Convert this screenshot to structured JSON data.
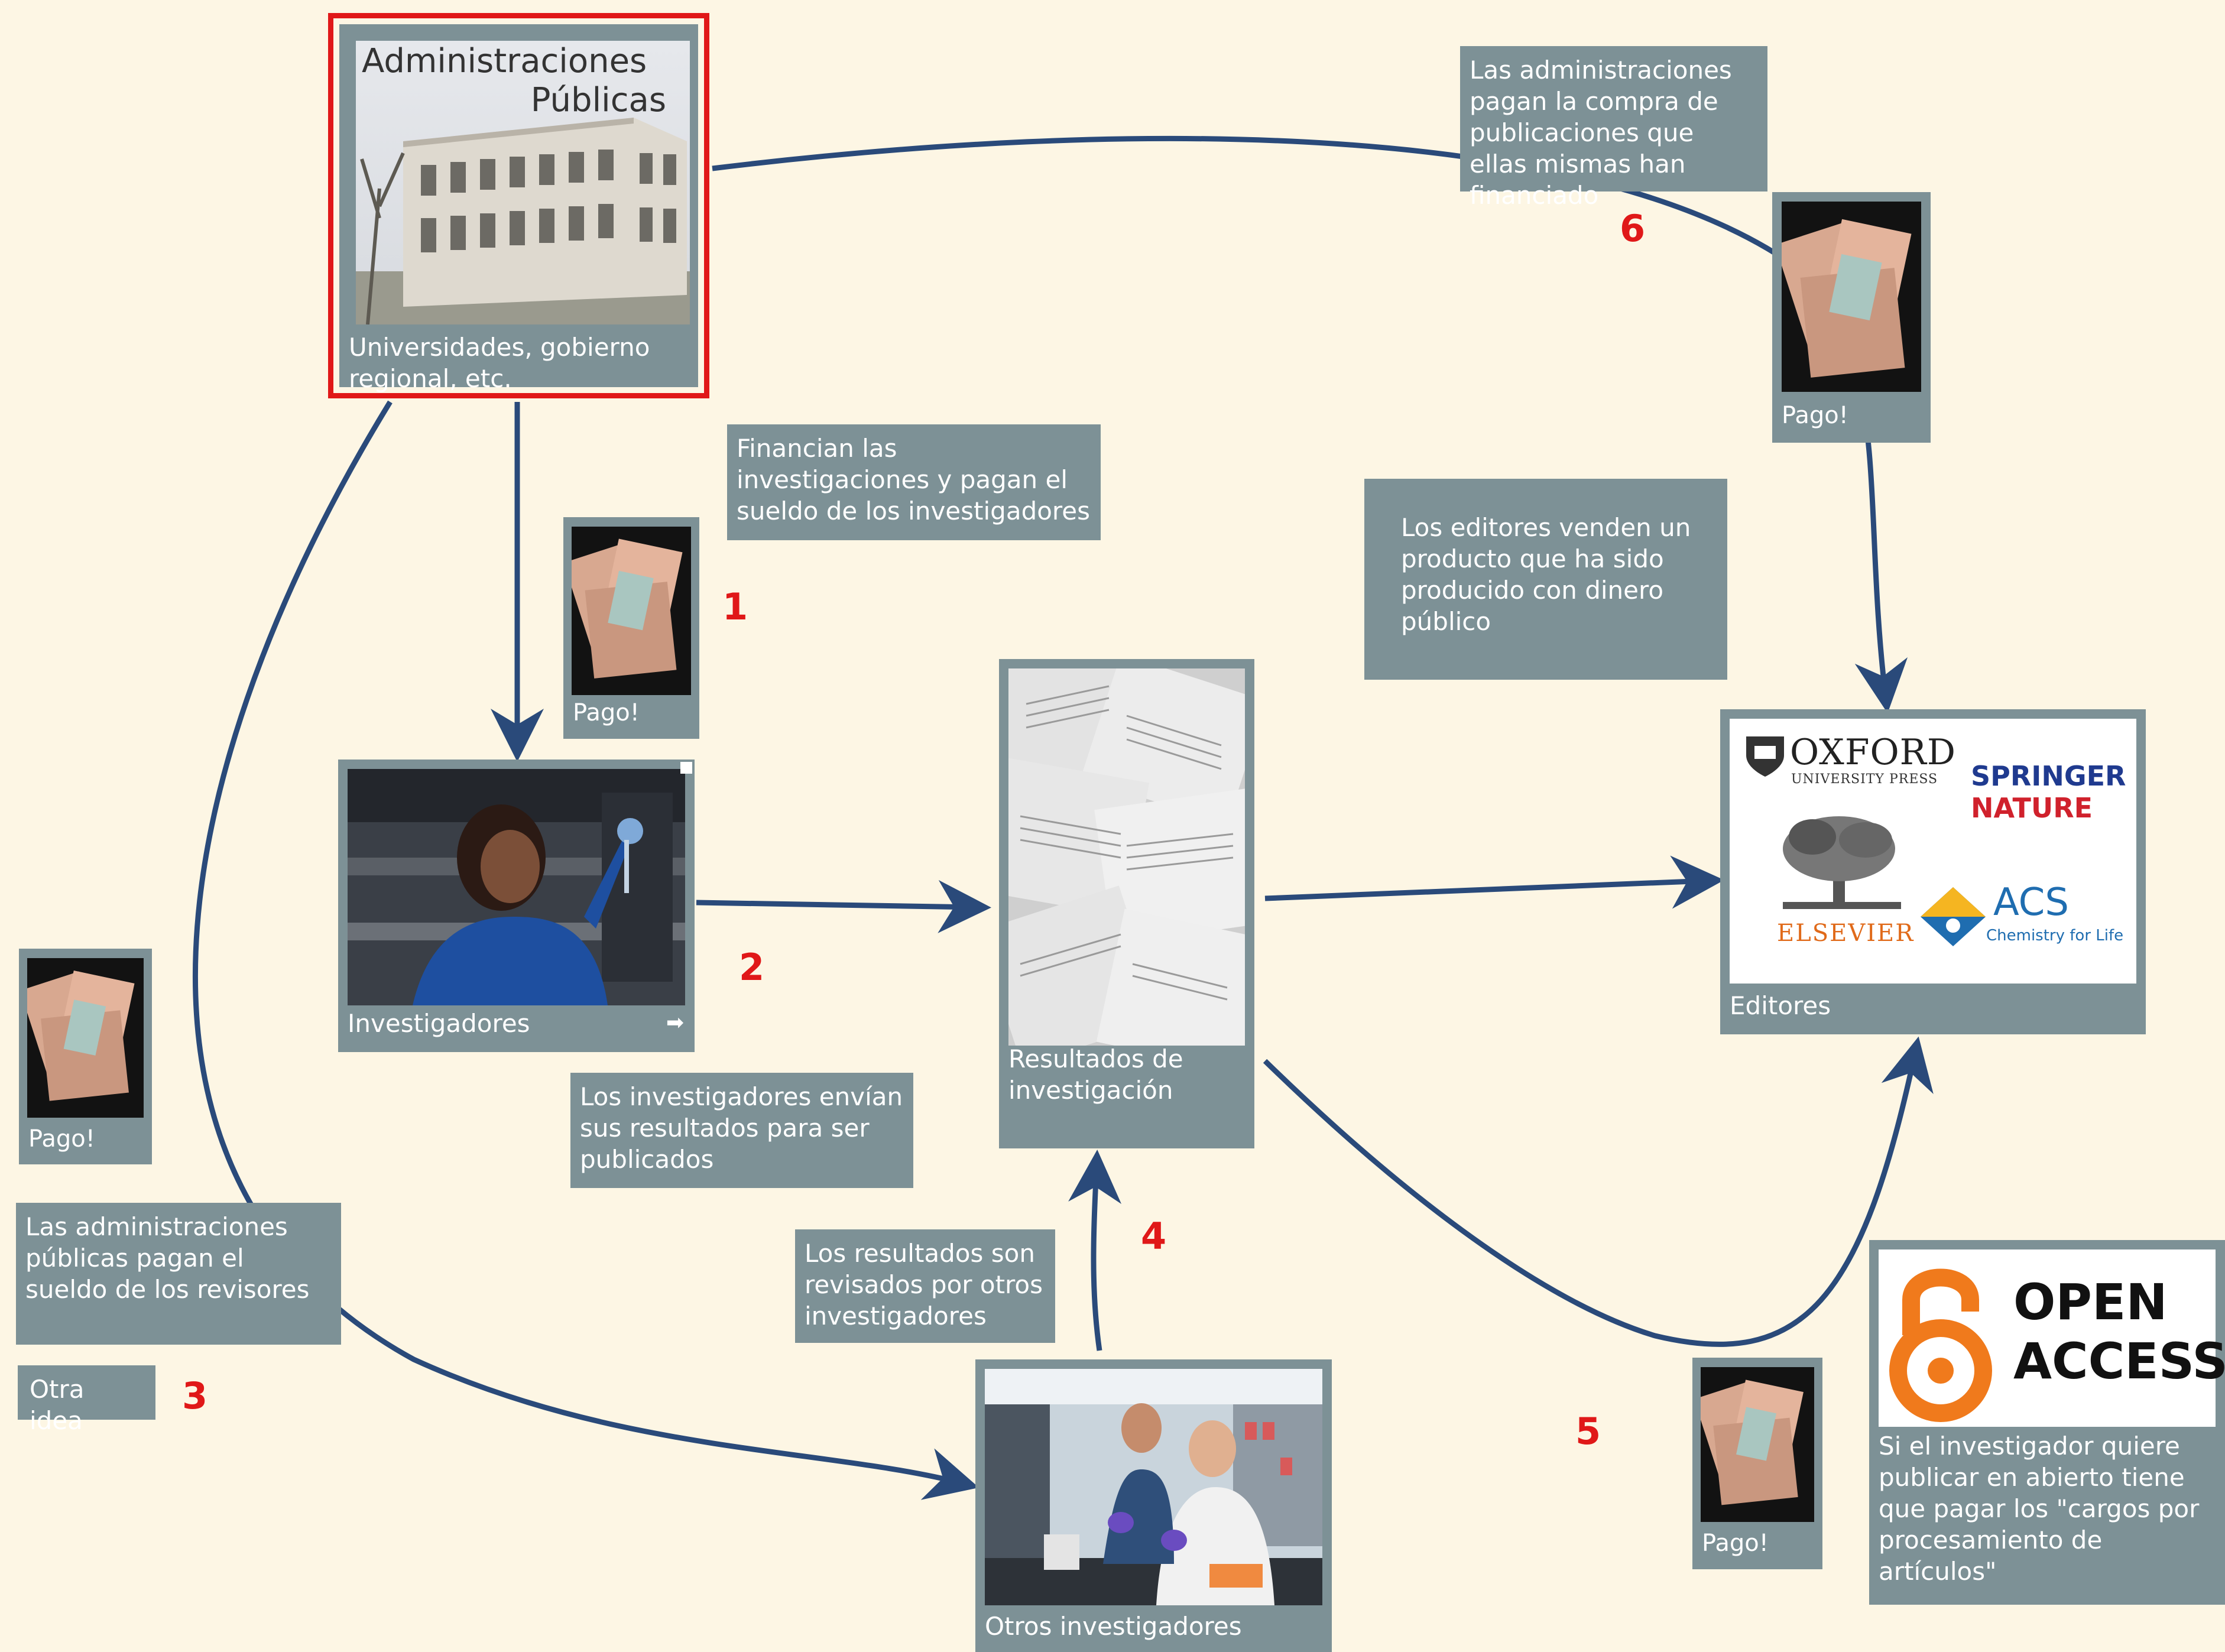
{
  "nodes": {
    "admin": {
      "title_line1": "Administraciones",
      "title_line2": "Públicas",
      "caption": "Universidades, gobierno regional, etc."
    },
    "investigadores": {
      "caption": "Investigadores"
    },
    "resultados": {
      "caption": "Resultados de investigación"
    },
    "editores": {
      "caption": "Editores"
    },
    "otros": {
      "caption": "Otros investigadores"
    },
    "open_access": {
      "logo_line1": "OPEN",
      "logo_line2": "ACCESS",
      "caption": "Si el investigador quiere publicar en abierto tiene que pagar los \"cargos por procesamiento de artículos\""
    }
  },
  "publishers": {
    "oxford_main": "OXFORD",
    "oxford_sub": "UNIVERSITY PRESS",
    "springer_1": "SPRINGER",
    "springer_2": "NATURE",
    "elsevier": "ELSEVIER",
    "acs": "ACS",
    "acs_tag": "Chemistry for Life"
  },
  "payments": [
    {
      "label": "Pago!"
    },
    {
      "label": "Pago!"
    },
    {
      "label": "Pago!"
    },
    {
      "label": "Pago!"
    }
  ],
  "notes": {
    "financian": "Financian las investigaciones y pagan el sueldo de los investigadores",
    "compra": "Las administraciones pagan la compra de publicaciones que ellas mismas han financiado",
    "editores_venden": "Los editores venden un producto que ha sido producido con dinero público",
    "envian": "Los investigadores envían sus resultados para ser publicados",
    "revisores": "Las administraciones públicas pagan el sueldo de los revisores",
    "otra_idea": "Otra idea",
    "revisados": "Los resultados son revisados por otros investigadores"
  },
  "step_numbers": [
    "1",
    "2",
    "3",
    "4",
    "5",
    "6"
  ],
  "colors": {
    "background": "#fdf6e4",
    "card": "#7d9196",
    "arrow": "#2a4a7a",
    "highlight": "#e01818",
    "number": "#e01818",
    "open_access_orange": "#f07a1c"
  }
}
